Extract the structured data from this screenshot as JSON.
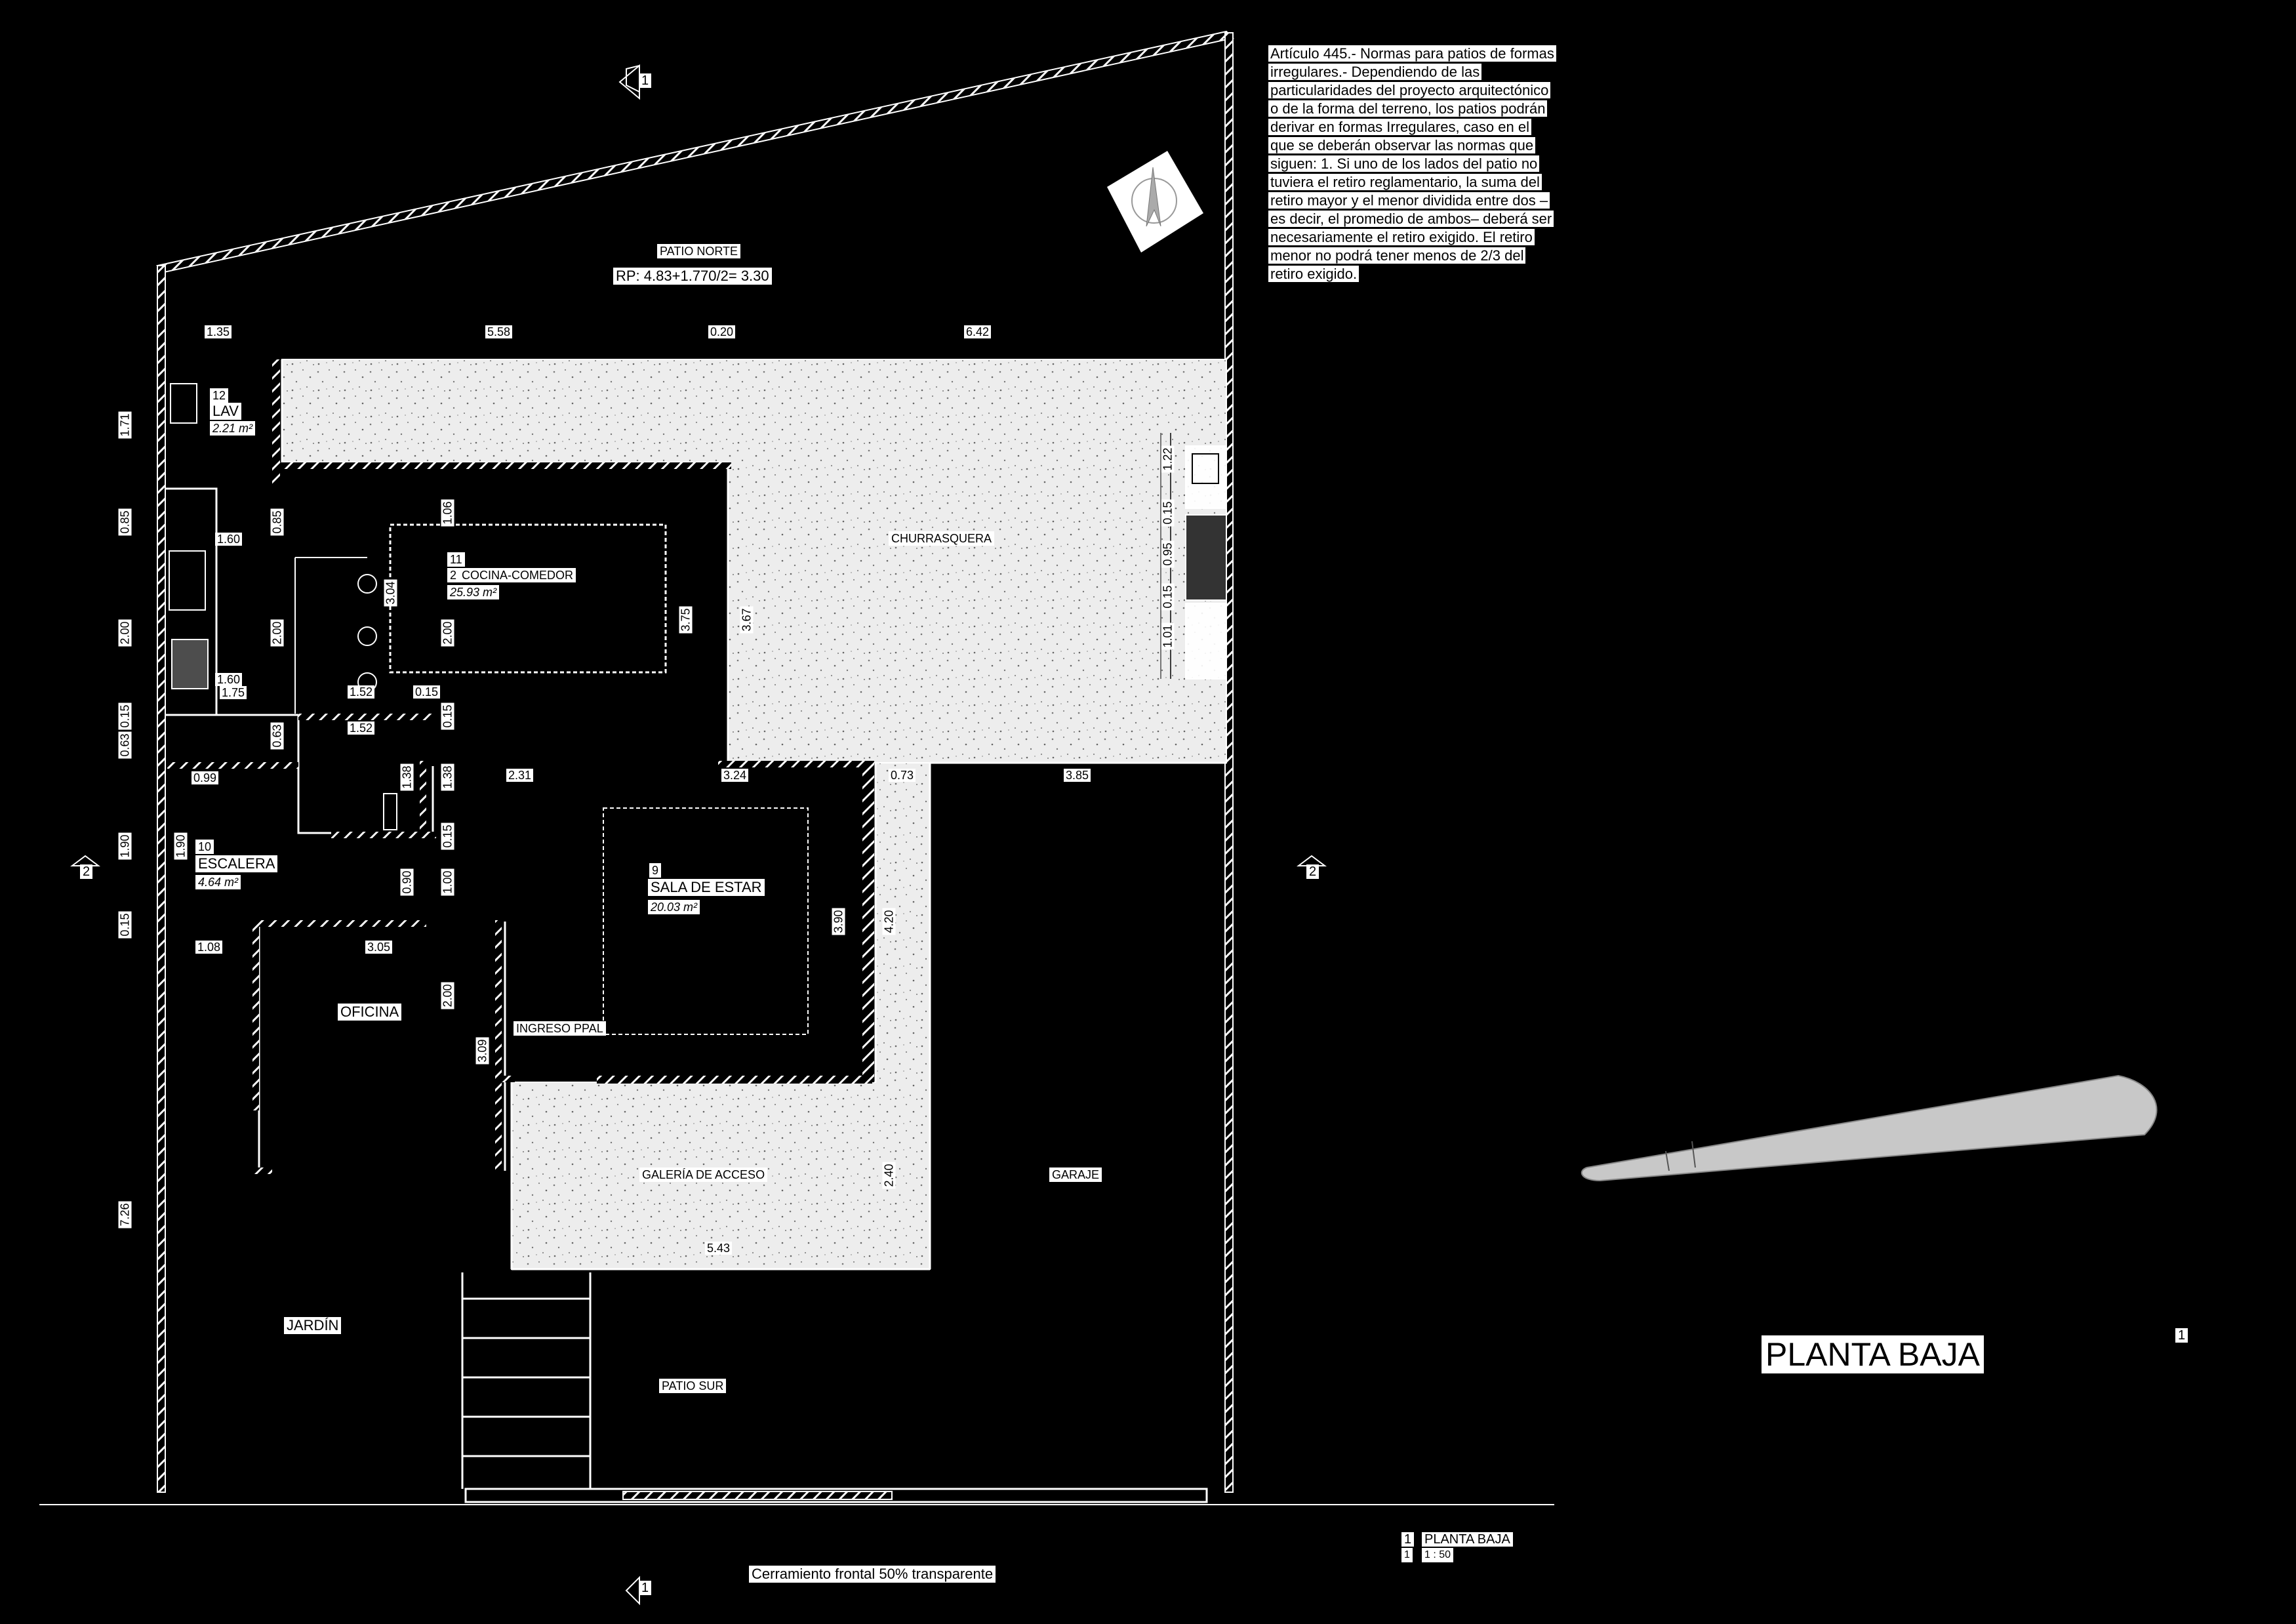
{
  "colors": {
    "background": "#000000",
    "lines": "#ffffff",
    "fill_patio": "#e9e9e9",
    "north_arrow_fill": "#c8c8c8"
  },
  "note": {
    "text": "Artículo 445.- Normas para patios de formas irregulares.- Dependiendo de las particularidades del proyecto arquitectónico o de la forma del terreno, los patios podrán derivar en formas Irregulares, caso en el que se deberán observar las normas que siguen: 1. Si uno de los lados del patio no tuviera el retiro reglamentario, la suma del retiro mayor y el menor dividida entre dos –es decir, el promedio de ambos– deberá ser necesariamente el retiro exigido. El retiro menor no podrá tener menos de 2/3 del retiro exigido."
  },
  "rooms": {
    "patio_norte": "PATIO NORTE",
    "rp": "RP: 4.83+1.770/2= 3.30",
    "lav_num": "12",
    "lav": "LAV",
    "lav_area": "2.21 m²",
    "cocina_num": "11",
    "cocina_num2": "2",
    "cocina": "COCINA-COMEDOR",
    "cocina_area": "25.93 m²",
    "churrasquera": "CHURRASQUERA",
    "escalera_num": "10",
    "escalera": "ESCALERA",
    "escalera_area": "4.64 m²",
    "sala_num": "9",
    "sala": "SALA DE ESTAR",
    "sala_area": "20.03 m²",
    "oficina": "OFICINA",
    "ingreso": "INGRESO PPAL",
    "galeria": "GALERÍA DE ACCESO",
    "garaje": "GARAJE",
    "jardin": "JARDÍN",
    "patio_sur": "PATIO SUR",
    "cerramiento": "Cerramiento frontal 50% transparente"
  },
  "dims": {
    "d135": "1.35",
    "d558": "5.58",
    "d020": "0.20",
    "d642": "6.42",
    "d171": "1.71",
    "d085a": "0.85",
    "d085b": "0.85",
    "d160a": "1.60",
    "d106": "1.06",
    "d200a": "2.00",
    "d200b": "2.00",
    "d200c": "2.00",
    "d304": "3.04",
    "d375": "3.75",
    "d367": "3.67",
    "d160b": "1.60",
    "d175": "1.75",
    "d152a": "1.52",
    "d015a": "0.15",
    "d015b": "0.15",
    "d152b": "1.52",
    "d063a": "0.63",
    "d063b": "0.63",
    "d099": "0.99",
    "d138a": "1.38",
    "d138b": "1.38",
    "d231": "2.31",
    "d324": "3.24",
    "d073": "0.73",
    "d385": "3.85",
    "d190a": "1.90",
    "d190b": "1.90",
    "d015c": "0.15",
    "d090": "0.90",
    "d100": "1.00",
    "d015d": "0.15",
    "d108": "1.08",
    "d305": "3.05",
    "d200d": "2.00",
    "d309": "3.09",
    "d390": "3.90",
    "d420": "4.20",
    "d240": "2.40",
    "d543": "5.43",
    "d726": "7.26",
    "d122": "1.22",
    "d015e": "0.15",
    "d095": "0.95",
    "d015f": "0.15",
    "d101": "1.01"
  },
  "sheet": {
    "title": "PLANTA BAJA",
    "ref_num": "1",
    "legend_num": "1",
    "legend_title": "PLANTA BAJA",
    "legend_scale_num": "1",
    "legend_scale": "1 : 50",
    "section_1": "1",
    "section_2": "2"
  }
}
